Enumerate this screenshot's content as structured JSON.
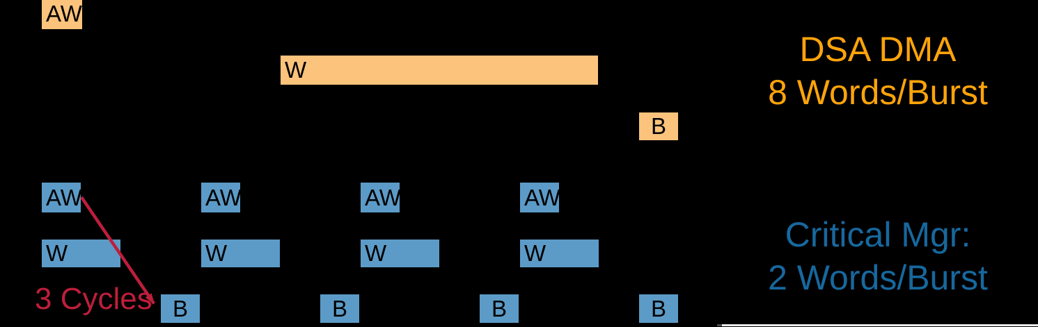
{
  "background": "#000000",
  "dsa": {
    "color": "#FBC37C",
    "text_color": "#FFA40A",
    "aw_label": "AW",
    "w_label": "W",
    "b_label": "B",
    "legend": [
      "DSA DMA",
      "8 Words/Burst"
    ]
  },
  "critical": {
    "color": "#5C9BC7",
    "text_color": "#17689E",
    "aw_labels": [
      "AW",
      "AW",
      "AW",
      "AW"
    ],
    "w_labels": [
      "W",
      "W",
      "W",
      "W"
    ],
    "b_labels": [
      "B",
      "B",
      "B",
      "B"
    ],
    "legend": [
      "Critical Mgr:",
      "2 Words/Burst"
    ]
  },
  "annotation": {
    "label": "3 Cycles",
    "color": "#BE1E3C"
  }
}
